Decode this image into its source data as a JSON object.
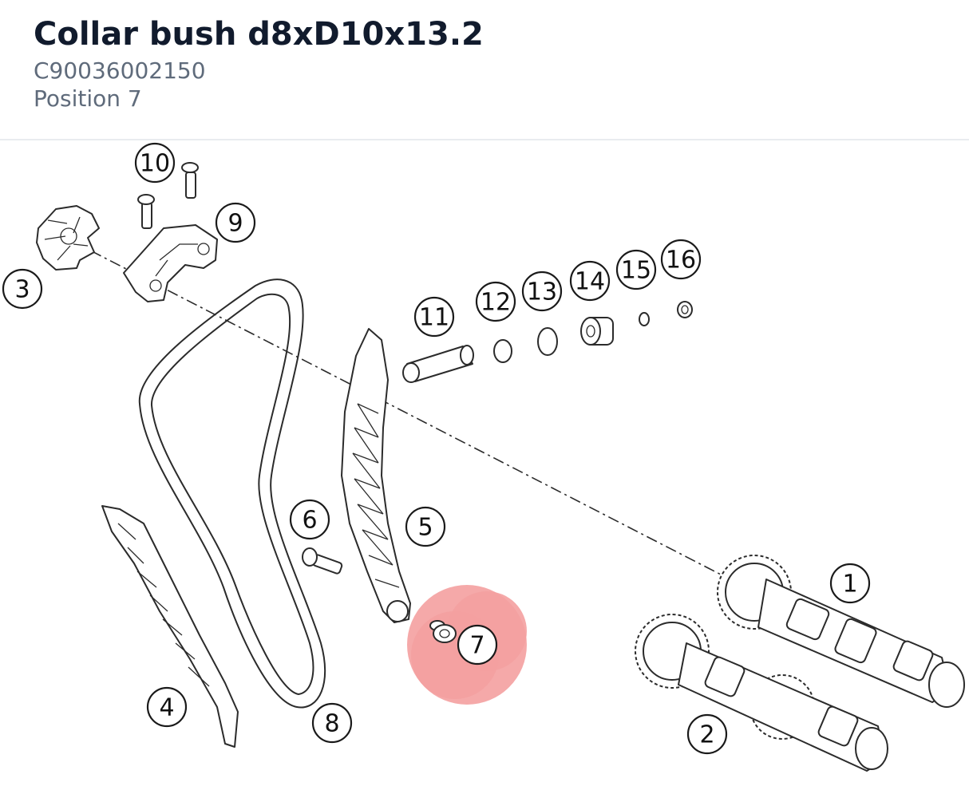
{
  "header": {
    "title": "Collar bush d8xD10x13.2",
    "part_number": "C90036002150",
    "position": "Position 7"
  },
  "diagram": {
    "highlight_color": "#f4a0a0",
    "highlighted_position": "7",
    "callouts": [
      "1",
      "2",
      "3",
      "4",
      "5",
      "6",
      "7",
      "8",
      "9",
      "10",
      "11",
      "12",
      "13",
      "14",
      "15",
      "16"
    ]
  }
}
